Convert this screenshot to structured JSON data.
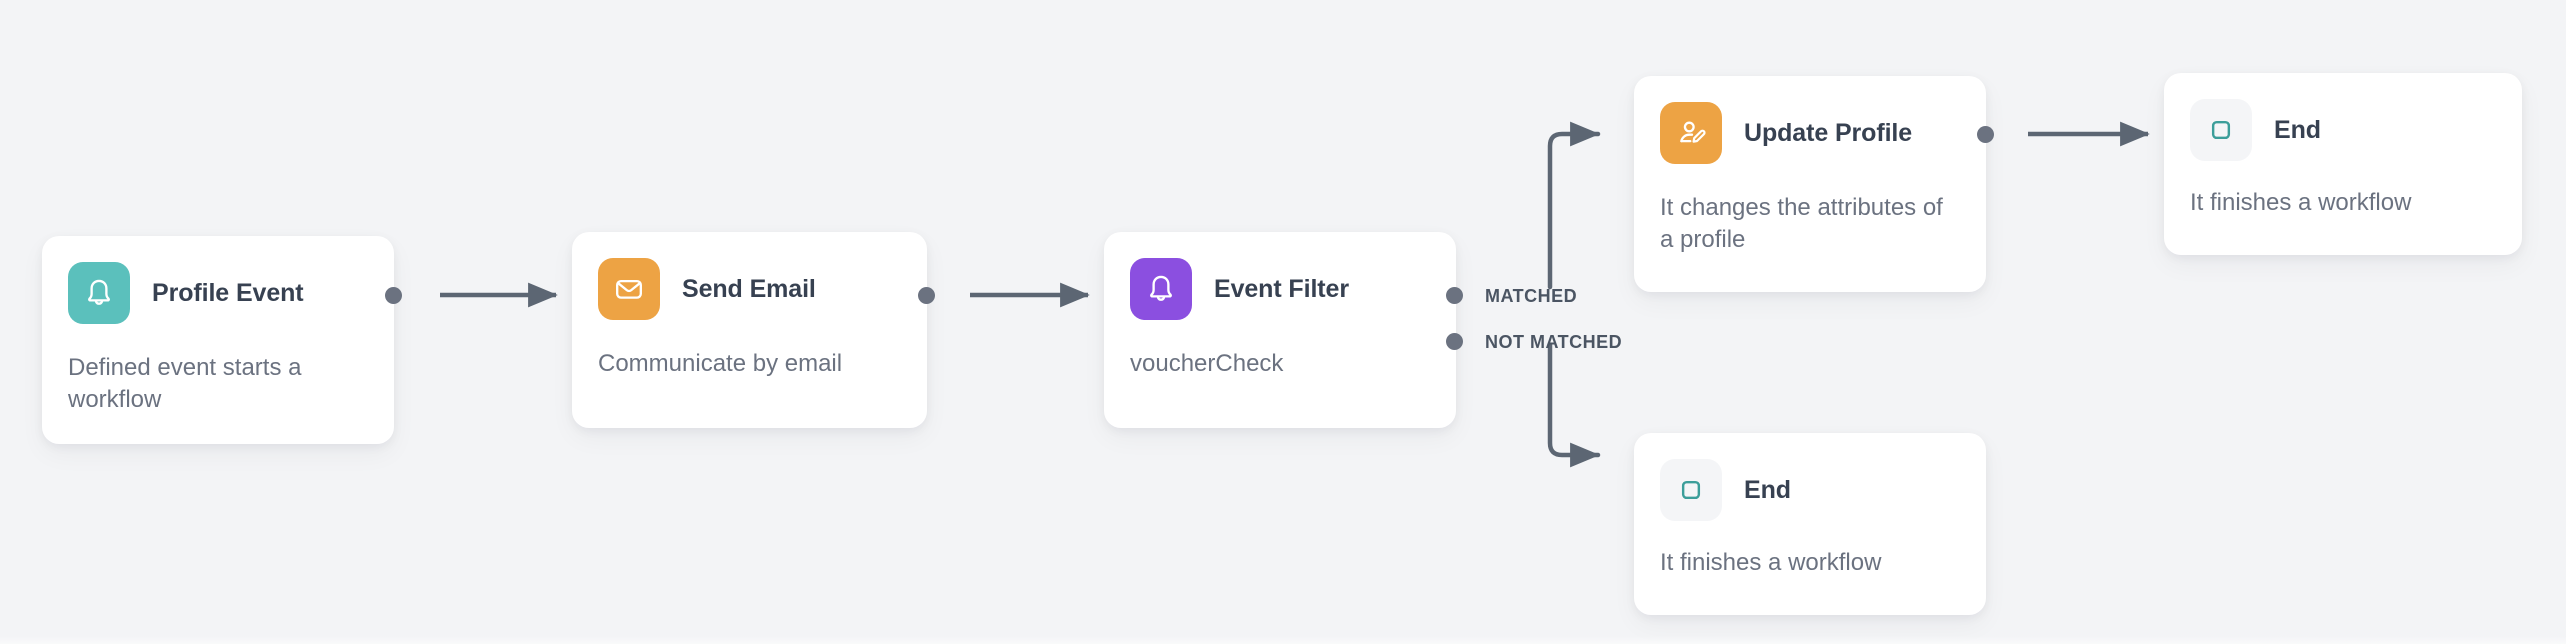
{
  "canvas": {
    "background_color": "#f3f4f6",
    "title": "Workflow Builder Canvas"
  },
  "colors": {
    "card_background": "#ffffff",
    "title_text": "#374151",
    "description_text": "#6b7280",
    "connector": "#5c6673",
    "port": "#6b7280",
    "teal": "#5bc0bc",
    "orange": "#eda344",
    "purple": "#8b4fe0",
    "end_icon_background": "#f4f5f7",
    "end_icon_stroke": "#3c9e9a"
  },
  "nodes": [
    {
      "id": "profile-event",
      "title": "Profile Event",
      "description": "Defined event starts a workflow",
      "icon": "bell-icon",
      "icon_color": "#5bc0bc"
    },
    {
      "id": "send-email",
      "title": "Send Email",
      "description": "Communicate by email",
      "icon": "envelope-icon",
      "icon_color": "#eda344"
    },
    {
      "id": "event-filter",
      "title": "Event Filter",
      "description": "voucherCheck",
      "icon": "bell-icon",
      "icon_color": "#8b4fe0"
    },
    {
      "id": "update-profile",
      "title": "Update Profile",
      "description": "It changes the attributes of a profile",
      "icon": "user-edit-icon",
      "icon_color": "#eda344"
    },
    {
      "id": "end-top",
      "title": "End",
      "description": "It finishes a workflow",
      "icon": "stop-square-icon",
      "icon_color": "#3c9e9a"
    },
    {
      "id": "end-bottom",
      "title": "End",
      "description": "It finishes a workflow",
      "icon": "stop-square-icon",
      "icon_color": "#3c9e9a"
    }
  ],
  "port_labels": {
    "matched": "MATCHED",
    "not_matched": "NOT MATCHED"
  }
}
